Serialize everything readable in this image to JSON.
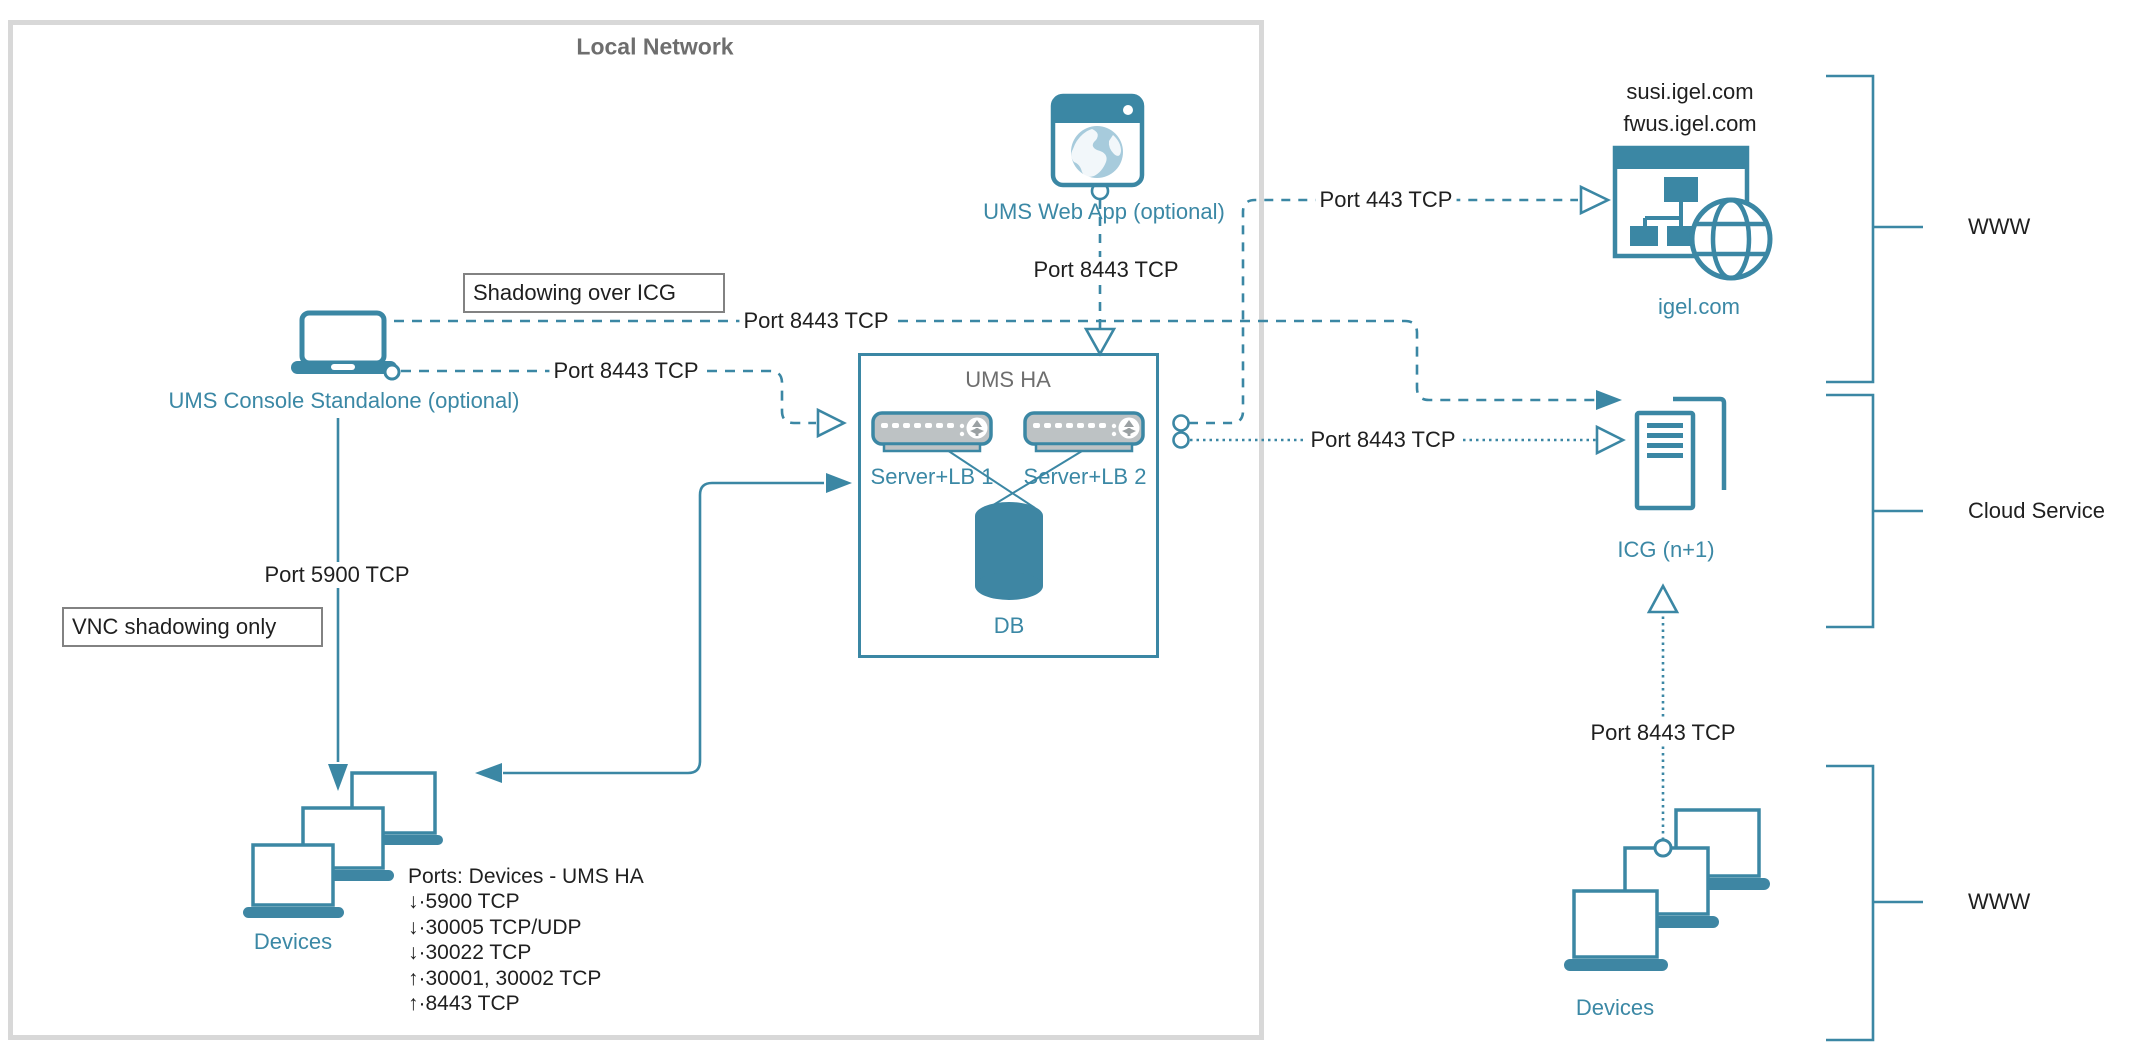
{
  "local_network": {
    "title": "Local Network"
  },
  "nodes": {
    "web_app": {
      "label": "UMS Web App (optional)"
    },
    "console": {
      "label": "UMS Console Standalone (optional)"
    },
    "ums_ha": {
      "title": "UMS HA",
      "server1": "Server+LB 1",
      "server2": "Server+LB 2",
      "db": "DB"
    },
    "devices_left": {
      "label": "Devices"
    },
    "devices_right": {
      "label": "Devices"
    },
    "igel": {
      "domain1": "susi.igel.com",
      "domain2": "fwus.igel.com",
      "label": "igel.com"
    },
    "icg": {
      "label": "ICG (n+1)"
    }
  },
  "routes": {
    "web_app_to_ums_ha": "Port 8443 TCP",
    "console_to_icg": "Port 8443 TCP",
    "console_to_ums_ha": "Port 8443 TCP",
    "ums_ha_to_igel": "Port 443 TCP",
    "ums_ha_to_icg": "Port 8443 TCP",
    "console_to_devices": "Port 5900 TCP",
    "devices_to_icg": "Port 8443 TCP"
  },
  "callouts": {
    "shadowing": "Shadowing over ICG",
    "vnc": "VNC shadowing only"
  },
  "zones": {
    "www_top": "WWW",
    "cloud_service": "Cloud Service",
    "www_bottom": "WWW"
  },
  "ports_list": {
    "title": "Ports: Devices - UMS HA",
    "items": [
      "↓·5900 TCP",
      "↓·30005 TCP/UDP",
      "↓·30022 TCP",
      "↑·30001, 30002 TCP",
      "↑·8443 TCP"
    ]
  },
  "colors": {
    "teal": "#3B87A4",
    "teal_fill": "#3E86A3",
    "teal_text": "#3B88A5",
    "globe_light_blue": "#A7CBDC",
    "server_gray": "#BDC2C4",
    "frame_gray": "#D8D8D8",
    "title_gray": "#6E6E6E",
    "text_black": "#1F1F1F"
  }
}
